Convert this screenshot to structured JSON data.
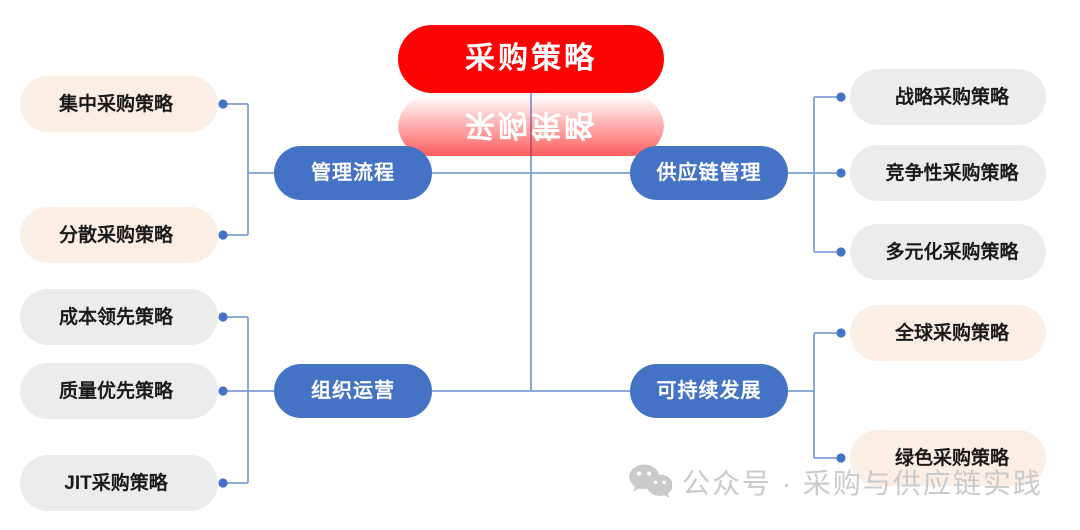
{
  "diagram": {
    "type": "mind-map",
    "title": "采购策略",
    "root": {
      "label": "采购策略",
      "color": "#fc0404",
      "text_color": "#ffffff"
    },
    "colors": {
      "root_red": "#fc0404",
      "branch_blue": "#4472c4",
      "leaf_cream": "#fbeee4",
      "leaf_gray": "#ebecee",
      "connector_blue": "#7f9fd6",
      "dot_blue": "#4472c4",
      "watermark_gray": "#c9cacb",
      "background": "#ffffff"
    },
    "branches": [
      {
        "id": "management-process",
        "label": "管理流程",
        "side": "left",
        "leaf_style": "cream",
        "leaves": [
          {
            "label": "集中采购策略"
          },
          {
            "label": "分散采购策略"
          }
        ]
      },
      {
        "id": "supply-chain-management",
        "label": "供应链管理",
        "side": "right",
        "leaf_style": "gray",
        "leaves": [
          {
            "label": "战略采购策略"
          },
          {
            "label": "竞争性采购策略"
          },
          {
            "label": "多元化采购策略"
          }
        ]
      },
      {
        "id": "organizational-operations",
        "label": "组织运营",
        "side": "left",
        "leaf_style": "gray",
        "leaves": [
          {
            "label": "成本领先策略"
          },
          {
            "label": "质量优先策略"
          },
          {
            "label": "JIT采购策略"
          }
        ]
      },
      {
        "id": "sustainable-development",
        "label": "可持续发展",
        "side": "right",
        "leaf_style": "cream",
        "leaves": [
          {
            "label": "全球采购策略"
          },
          {
            "label": "绿色采购策略"
          }
        ]
      }
    ]
  },
  "watermark": {
    "icon": "wechat-icon",
    "text": "公众号 · 采购与供应链实践"
  }
}
